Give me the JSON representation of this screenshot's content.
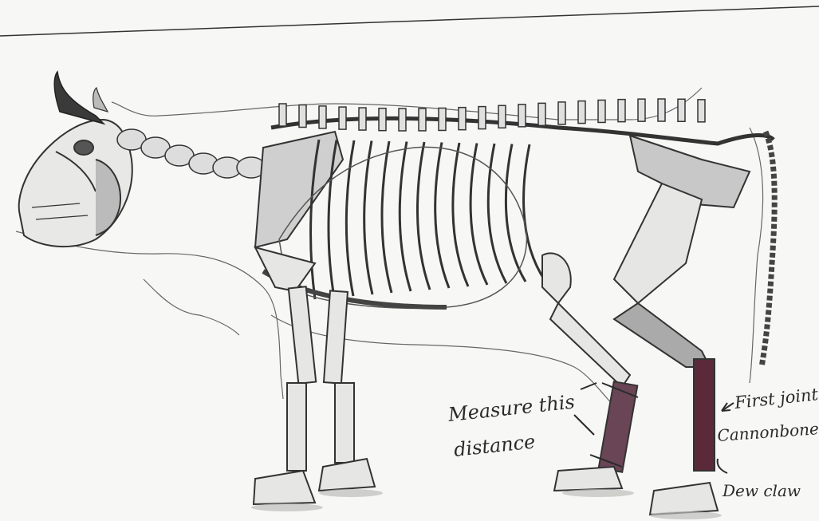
{
  "diagram": {
    "subject": "cow-skeleton",
    "annotations": {
      "measure_line1": "Measure this",
      "measure_line2": "distance",
      "first_joint": "First joint",
      "cannonbone": "Cannonbone",
      "dew_claw": "Dew claw"
    },
    "colors": {
      "paper": "#f7f7f5",
      "ink": "#2a2a2a",
      "bone_shade": "#8a8a8a",
      "highlight": "#5a2a3a"
    }
  }
}
